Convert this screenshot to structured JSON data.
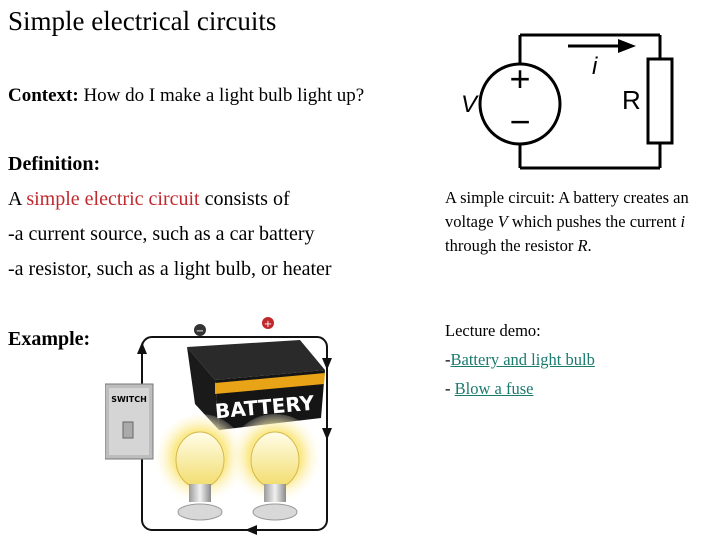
{
  "title": "Simple electrical circuits",
  "context": {
    "label": "Context:",
    "text": "How do I make a light bulb light up?"
  },
  "definition": {
    "heading": "Definition:",
    "line1_pre": "A ",
    "line1_highlight": "simple electric circuit",
    "line1_post": " consists of",
    "line2": "-a current source, such as a car battery",
    "line3": "-a resistor, such as a light bulb, or heater"
  },
  "example_heading": "Example:",
  "circuit_diagram": {
    "voltage_label": "V",
    "current_label": "i",
    "resistor_label": "R",
    "plus_sign": "+",
    "minus_sign": "−"
  },
  "caption": {
    "part1": "A simple circuit: A battery creates an voltage ",
    "v": "V",
    "part2": " which pushes the current ",
    "i": "i",
    "part3": " through the resistor ",
    "r": "R",
    "part4": "."
  },
  "demo": {
    "heading": "Lecture demo:",
    "link1_prefix": "-",
    "link1": "Battery and light bulb",
    "link2_prefix": "- ",
    "link2": "Blow a fuse"
  },
  "illustration": {
    "battery_text": "BATTERY",
    "switch_text": "SWITCH",
    "plus": "+",
    "minus": "−"
  },
  "colors": {
    "highlight": "#c0282d",
    "link": "#1a7a6e",
    "battery_stripe": "#e8a317"
  }
}
